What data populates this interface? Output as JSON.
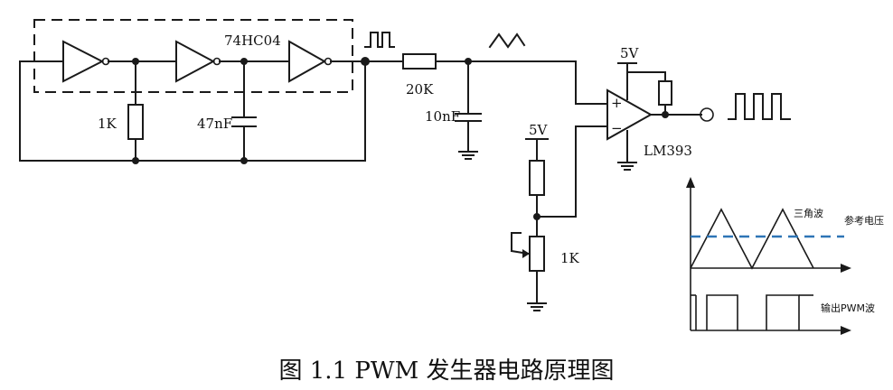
{
  "labels": {
    "chip": "74HC04",
    "r_feedback": "1K",
    "c_timing": "47nF",
    "r_series": "20K",
    "c_filter": "10nF",
    "vcc_top": "5V",
    "vcc_ref": "5V",
    "comparator": "LM393",
    "pot": "1K",
    "plus": "+",
    "minus": "−"
  },
  "waveform_labels": {
    "triangle": "三角波",
    "reference": "参考电压",
    "pwm_out": "输出PWM波"
  },
  "caption": "图 1.1 PWM 发生器电路原理图",
  "colors": {
    "wire": "#1a1a1a",
    "reference_dash": "#2e75b6"
  }
}
